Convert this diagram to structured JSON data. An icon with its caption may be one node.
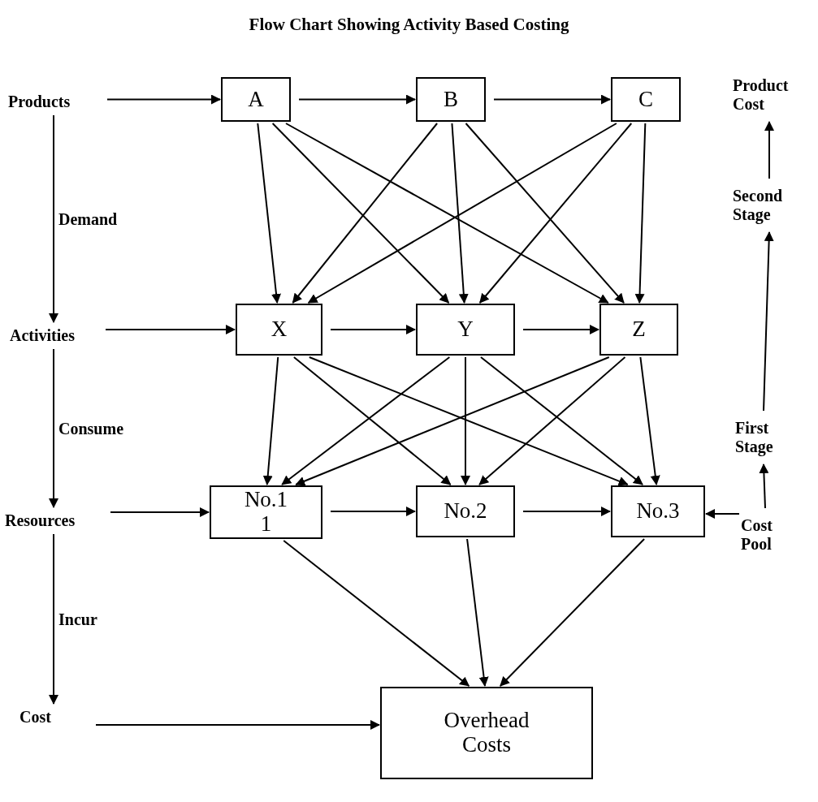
{
  "diagram": {
    "title": "Flow Chart Showing Activity Based Costing",
    "nodes": [
      {
        "text": [
          "Products"
        ]
      },
      {
        "text": [
          "A"
        ]
      },
      {
        "text": [
          "B"
        ]
      },
      {
        "text": [
          "C"
        ]
      },
      {
        "text": [
          "Product Cost"
        ]
      },
      {
        "text": [
          "Second Stage"
        ]
      },
      {
        "text": [
          "Activities"
        ]
      },
      {
        "text": [
          "X"
        ]
      },
      {
        "text": [
          "Y"
        ]
      },
      {
        "text": [
          "Z"
        ]
      },
      {
        "text": [
          "First Stage"
        ]
      },
      {
        "text": [
          "Resources"
        ]
      },
      {
        "text": [
          "No.1 1"
        ]
      },
      {
        "text": [
          "No.2"
        ]
      },
      {
        "text": [
          "No.3"
        ]
      },
      {
        "text": [
          "Cost Pool"
        ]
      },
      {
        "text": [
          "Cost"
        ]
      },
      {
        "text": [
          "Overhead Costs"
        ]
      }
    ],
    "edges": [
      {
        "from": 0,
        "to": 1,
        "arrow": "to"
      },
      {
        "from": 1,
        "to": 2,
        "arrow": "to"
      },
      {
        "from": 2,
        "to": 3,
        "arrow": "to"
      },
      {
        "from": 6,
        "to": 7,
        "arrow": "to"
      },
      {
        "from": 7,
        "to": 8,
        "arrow": "to"
      },
      {
        "from": 8,
        "to": 9,
        "arrow": "to"
      },
      {
        "from": 11,
        "to": 12,
        "arrow": "to"
      },
      {
        "from": 12,
        "to": 13,
        "arrow": "to"
      },
      {
        "from": 13,
        "to": 14,
        "arrow": "to"
      },
      {
        "from": 15,
        "to": 14,
        "arrow": "to"
      },
      {
        "from": 16,
        "to": 17,
        "arrow": "to"
      },
      {
        "from": 1,
        "to": 7,
        "arrow": "to"
      },
      {
        "from": 1,
        "to": 8,
        "arrow": "to"
      },
      {
        "from": 1,
        "to": 9,
        "arrow": "to"
      },
      {
        "from": 2,
        "to": 7,
        "arrow": "to"
      },
      {
        "from": 2,
        "to": 8,
        "arrow": "to"
      },
      {
        "from": 2,
        "to": 9,
        "arrow": "to"
      },
      {
        "from": 3,
        "to": 7,
        "arrow": "to"
      },
      {
        "from": 3,
        "to": 8,
        "arrow": "to"
      },
      {
        "from": 3,
        "to": 9,
        "arrow": "to"
      },
      {
        "from": 7,
        "to": 12,
        "arrow": "to"
      },
      {
        "from": 7,
        "to": 13,
        "arrow": "to"
      },
      {
        "from": 7,
        "to": 14,
        "arrow": "to"
      },
      {
        "from": 8,
        "to": 12,
        "arrow": "to"
      },
      {
        "from": 8,
        "to": 13,
        "arrow": "to"
      },
      {
        "from": 8,
        "to": 14,
        "arrow": "to"
      },
      {
        "from": 9,
        "to": 12,
        "arrow": "to"
      },
      {
        "from": 9,
        "to": 13,
        "arrow": "to"
      },
      {
        "from": 9,
        "to": 14,
        "arrow": "to"
      },
      {
        "from": 12,
        "to": 17,
        "arrow": "to"
      },
      {
        "from": 13,
        "to": 17,
        "arrow": "to"
      },
      {
        "from": 14,
        "to": 17,
        "arrow": "to"
      },
      {
        "from": 0,
        "to": 6,
        "label": "Demand",
        "arrow": "to"
      },
      {
        "from": 6,
        "to": 11,
        "label": "Consume",
        "arrow": "to"
      },
      {
        "from": 11,
        "to": 16,
        "label": "Incur",
        "arrow": "to"
      },
      {
        "from": 15,
        "to": 10,
        "arrow": "to"
      },
      {
        "from": 10,
        "to": 5,
        "arrow": "to"
      },
      {
        "from": 5,
        "to": 4,
        "arrow": "to"
      }
    ]
  }
}
